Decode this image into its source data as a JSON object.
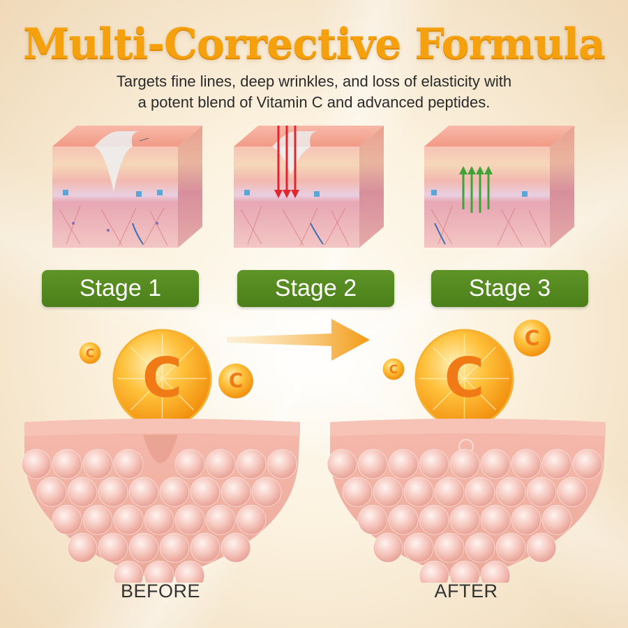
{
  "header": {
    "title": "Multi-Corrective Formula",
    "subtitle_line1": "Targets fine lines, deep wrinkles, and loss of elasticity with",
    "subtitle_line2": "a potent blend of Vitamin C and advanced peptides."
  },
  "stages": [
    {
      "label": "Stage 1"
    },
    {
      "label": "Stage 2"
    },
    {
      "label": "Stage 3"
    }
  ],
  "vitamin": {
    "letter": "C"
  },
  "comparison": {
    "before_label": "BEFORE",
    "after_label": "AFTER"
  },
  "colors": {
    "title": "#f5a10e",
    "stage_badge": "#55891f",
    "skin_pink": "#f4b4a4",
    "vitamin_orange": "#f7a21c"
  },
  "icons": [
    "skin-cross-section-icon",
    "vitamin-c-orb-icon",
    "arrow-right-icon",
    "red-arrows-icon",
    "green-arrows-icon"
  ]
}
